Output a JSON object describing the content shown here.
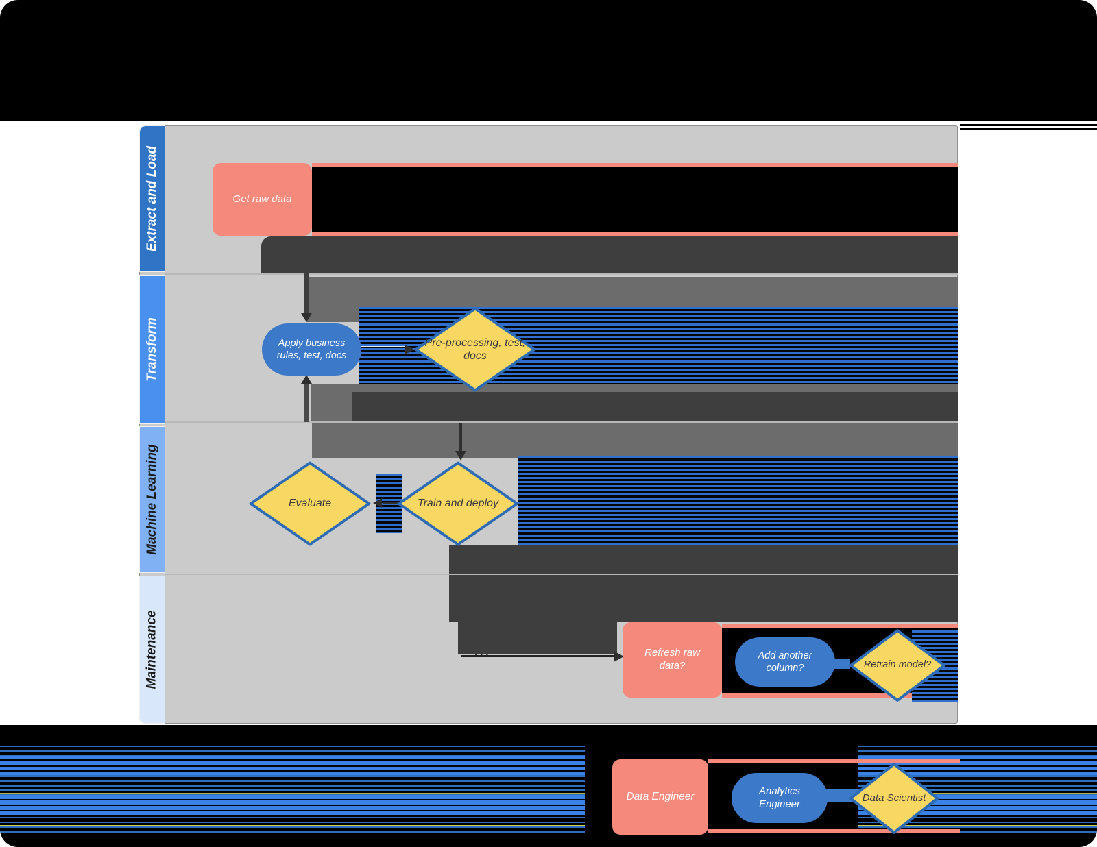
{
  "lanes": [
    {
      "label": "Extract and Load",
      "color": "#2f74c5",
      "text_color": "#ffffff"
    },
    {
      "label": "Transform",
      "color": "#4a90ee",
      "text_color": "#ffffff"
    },
    {
      "label": "Machine Learning",
      "color": "#80b1f4",
      "text_color": "#1b1b1b"
    },
    {
      "label": "Maintenance",
      "color": "#d9e7fb",
      "text_color": "#1b1b1b"
    }
  ],
  "nodes": {
    "get_raw_data": {
      "label": "Get raw data",
      "shape": "rounded-rectangle",
      "color": "#f5897c"
    },
    "apply_rules": {
      "label": "Apply business rules, test, docs",
      "shape": "stadium",
      "color": "#3c79c8"
    },
    "pre_processing": {
      "label": "Pre-processing, test, docs",
      "shape": "diamond",
      "color": "#f8d763"
    },
    "evaluate": {
      "label": "Evaluate",
      "shape": "diamond",
      "color": "#f8d763"
    },
    "train_deploy": {
      "label": "Train and deploy",
      "shape": "diamond",
      "color": "#f8d763"
    },
    "refresh_raw_data": {
      "label": "Refresh raw data?",
      "shape": "rounded-rectangle",
      "color": "#f5897c"
    },
    "add_column": {
      "label": "Add another column?",
      "shape": "stadium",
      "color": "#3c79c8"
    },
    "retrain_model": {
      "label": "Retrain model?",
      "shape": "diamond",
      "color": "#f8d763"
    }
  },
  "connectors": {
    "sleep_label": "zzz"
  },
  "legend": {
    "items": [
      {
        "label": "Data Engineer",
        "shape": "rounded-rectangle",
        "color": "#f5897c"
      },
      {
        "label": "Analytics Engineer",
        "shape": "stadium",
        "color": "#3c79c8"
      },
      {
        "label": "Data Scientist",
        "shape": "diamond",
        "color": "#f8d763"
      }
    ]
  },
  "colors": {
    "canvas": "#cbcbcb",
    "artifact_dark": "#3e3e3e",
    "artifact_medium": "#6c6c6c",
    "stripe_blue": "#2f6fd0",
    "diamond_border": "#2d6cb5",
    "page_black": "#000000"
  }
}
